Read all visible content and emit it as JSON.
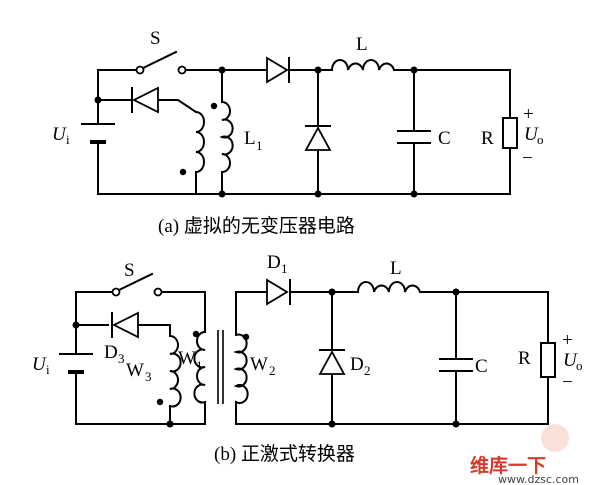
{
  "diagram_a": {
    "caption": "(a) 虚拟的无变压器电路",
    "labels": {
      "switch": "S",
      "input_voltage": "U",
      "input_voltage_sub": "i",
      "transformer_inductor": "L",
      "transformer_inductor_sub": "1",
      "output_inductor": "L",
      "capacitor": "C",
      "resistor": "R",
      "output_voltage": "U",
      "output_voltage_sub": "o",
      "plus": "+",
      "minus": "−"
    }
  },
  "diagram_b": {
    "caption": "(b) 正激式转换器",
    "labels": {
      "switch": "S",
      "input_voltage": "U",
      "input_voltage_sub": "i",
      "diode_1": "D",
      "diode_1_sub": "1",
      "diode_2": "D",
      "diode_2_sub": "2",
      "diode_3": "D",
      "diode_3_sub": "3",
      "winding_1": "W",
      "winding_1_sub": "1",
      "winding_2": "W",
      "winding_2_sub": "2",
      "winding_3": "W",
      "winding_3_sub": "3",
      "output_inductor": "L",
      "capacitor": "C",
      "resistor": "R",
      "output_voltage": "U",
      "output_voltage_sub": "o",
      "plus": "+",
      "minus": "−"
    }
  },
  "watermark": {
    "brand": "维库一下",
    "site": "www.dzsc.com"
  },
  "colors": {
    "line": "#000000",
    "background": "#ffffff",
    "watermark": "#d63a2a"
  }
}
